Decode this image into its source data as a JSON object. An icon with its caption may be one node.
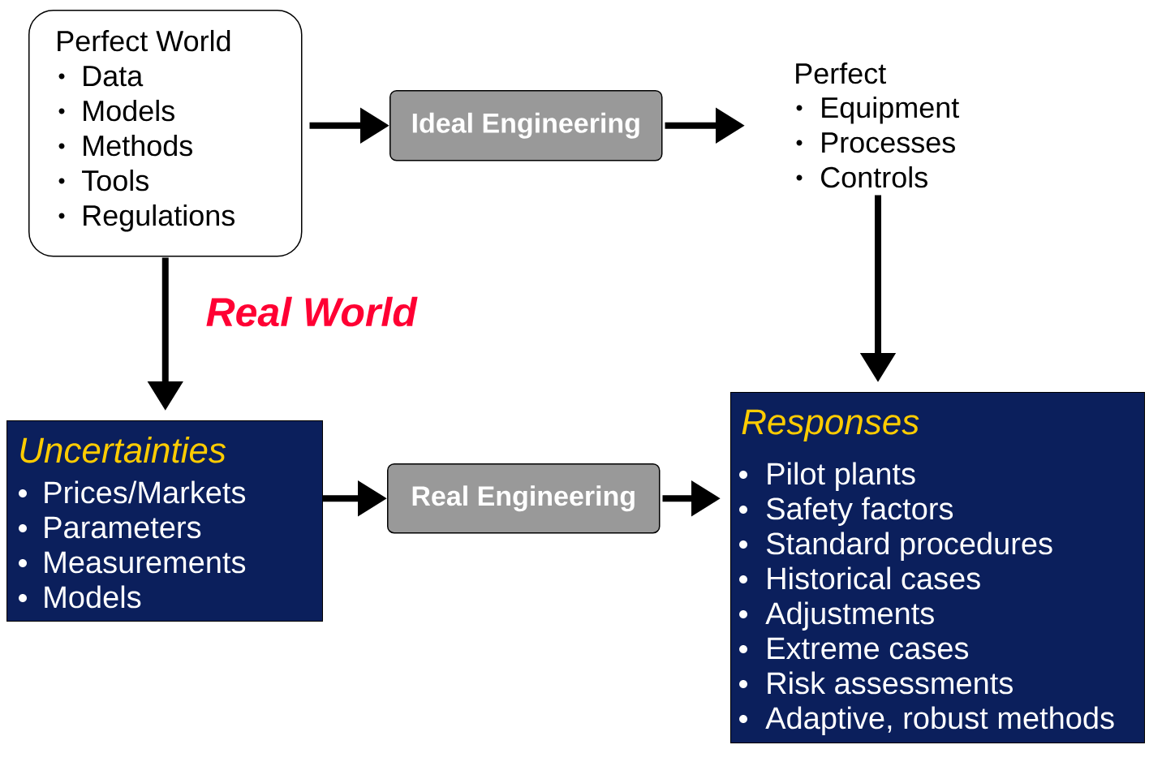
{
  "diagram": {
    "nodes": [
      {
        "text": [
          "Perfect World",
          "Data",
          "Models",
          "Methods",
          "Tools",
          "Regulations"
        ]
      },
      {
        "text": [
          "Ideal Engineering"
        ]
      },
      {
        "text": [
          "Perfect",
          "Equipment",
          "Processes",
          "Controls"
        ]
      },
      {
        "text": [
          "Uncertainties",
          "Prices/Markets",
          "Parameters",
          "Measurements",
          "Models"
        ]
      },
      {
        "text": [
          "Real Engineering"
        ]
      },
      {
        "text": [
          "Responses",
          "Pilot plants",
          "Safety factors",
          "Standard procedures",
          "Historical cases",
          "Adjustments",
          "Extreme cases",
          "Risk assessments",
          "Adaptive, robust methods"
        ]
      }
    ],
    "edges": [
      {
        "from": 0,
        "to": 1,
        "arrow": "to"
      },
      {
        "from": 1,
        "to": 2,
        "arrow": "to"
      },
      {
        "from": 0,
        "to": 3,
        "arrow": "to"
      },
      {
        "from": 2,
        "to": 5,
        "arrow": "to"
      },
      {
        "from": 3,
        "to": 4,
        "arrow": "to"
      },
      {
        "from": 4,
        "to": 5,
        "arrow": "to"
      }
    ],
    "labels": [
      "Real World"
    ]
  }
}
